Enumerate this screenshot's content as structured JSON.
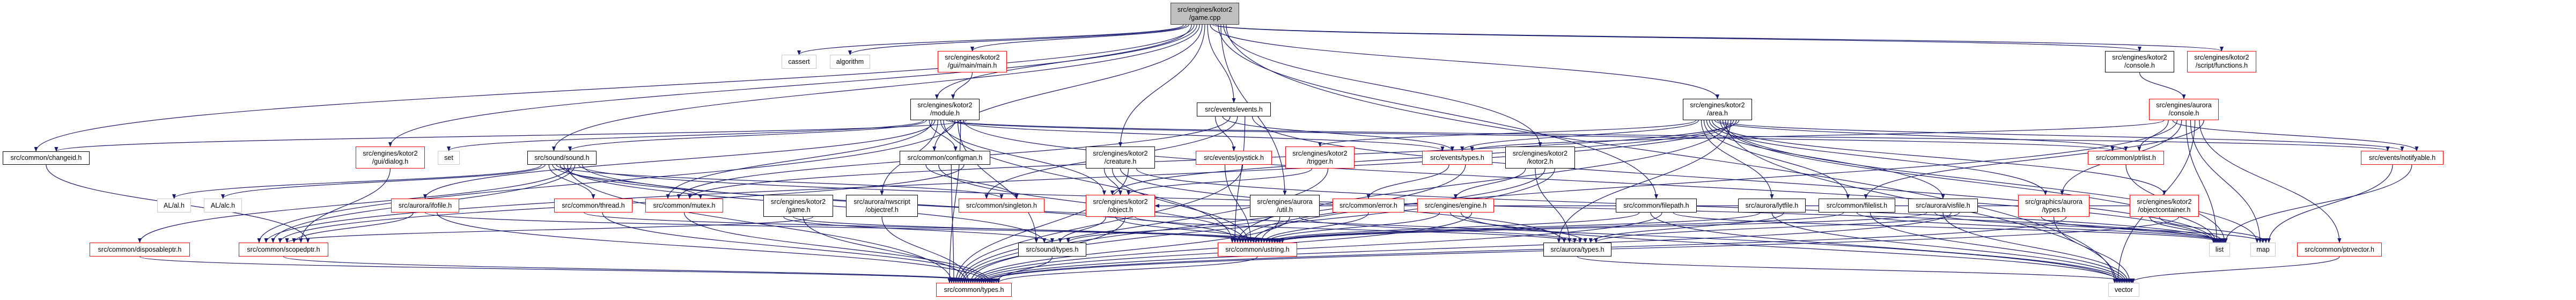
{
  "graph": {
    "title": "src/engines/kotor2/game.cpp include dependency graph",
    "edge_color": "#191970",
    "border_colors": {
      "current": "#404040",
      "documented": "#000000",
      "incomplete": "#ff0000",
      "external": "#c8c8c8"
    },
    "current_fill": "#bfbfbf"
  },
  "nodes": [
    {
      "id": "gamecpp",
      "label": "src/engines/kotor2\n/game.cpp",
      "kind": "current"
    },
    {
      "id": "cassert",
      "label": "cassert",
      "kind": "external"
    },
    {
      "id": "algorithm",
      "label": "algorithm",
      "kind": "external"
    },
    {
      "id": "main",
      "label": "src/engines/kotor2\n/gui/main/main.h",
      "kind": "incomplete"
    },
    {
      "id": "kconsole",
      "label": "src/engines/kotor2\n/console.h",
      "kind": "documented"
    },
    {
      "id": "functions",
      "label": "src/engines/kotor2\n/script/functions.h",
      "kind": "incomplete"
    },
    {
      "id": "module",
      "label": "src/engines/kotor2\n/module.h",
      "kind": "documented"
    },
    {
      "id": "events",
      "label": "src/events/events.h",
      "kind": "documented"
    },
    {
      "id": "area",
      "label": "src/engines/kotor2\n/area.h",
      "kind": "documented"
    },
    {
      "id": "aconsole",
      "label": "src/engines/aurora\n/console.h",
      "kind": "incomplete"
    },
    {
      "id": "changeid",
      "label": "src/common/changeid.h",
      "kind": "documented"
    },
    {
      "id": "dialog",
      "label": "src/engines/kotor2\n/gui/dialog.h",
      "kind": "incomplete"
    },
    {
      "id": "set",
      "label": "set",
      "kind": "external"
    },
    {
      "id": "sound",
      "label": "src/sound/sound.h",
      "kind": "documented"
    },
    {
      "id": "configman",
      "label": "src/common/configman.h",
      "kind": "documented"
    },
    {
      "id": "creature",
      "label": "src/engines/kotor2\n/creature.h",
      "kind": "documented"
    },
    {
      "id": "joystick",
      "label": "src/events/joystick.h",
      "kind": "incomplete"
    },
    {
      "id": "trigger",
      "label": "src/engines/kotor2\n/trigger.h",
      "kind": "incomplete"
    },
    {
      "id": "evtypes",
      "label": "src/events/types.h",
      "kind": "incomplete"
    },
    {
      "id": "kotor2",
      "label": "src/engines/kotor2\n/kotor2.h",
      "kind": "documented"
    },
    {
      "id": "ptrlist",
      "label": "src/common/ptrlist.h",
      "kind": "incomplete"
    },
    {
      "id": "notifyable",
      "label": "src/events/notifyable.h",
      "kind": "incomplete"
    },
    {
      "id": "al",
      "label": "AL/al.h",
      "kind": "external"
    },
    {
      "id": "alc",
      "label": "AL/alc.h",
      "kind": "external"
    },
    {
      "id": "ifofile",
      "label": "src/aurora/ifofile.h",
      "kind": "incomplete"
    },
    {
      "id": "thread",
      "label": "src/common/thread.h",
      "kind": "incomplete"
    },
    {
      "id": "mutex",
      "label": "src/common/mutex.h",
      "kind": "incomplete"
    },
    {
      "id": "game",
      "label": "src/engines/kotor2\n/game.h",
      "kind": "documented"
    },
    {
      "id": "objectref",
      "label": "src/aurora/nwscript\n/objectref.h",
      "kind": "documented"
    },
    {
      "id": "singleton",
      "label": "src/common/singleton.h",
      "kind": "incomplete"
    },
    {
      "id": "object",
      "label": "src/engines/kotor2\n/object.h",
      "kind": "incomplete"
    },
    {
      "id": "util",
      "label": "src/engines/aurora\n/util.h",
      "kind": "documented"
    },
    {
      "id": "error",
      "label": "src/common/error.h",
      "kind": "incomplete"
    },
    {
      "id": "engine",
      "label": "src/engines/engine.h",
      "kind": "incomplete"
    },
    {
      "id": "filepath",
      "label": "src/common/filepath.h",
      "kind": "documented"
    },
    {
      "id": "lytfile",
      "label": "src/aurora/lytfile.h",
      "kind": "documented"
    },
    {
      "id": "filelist",
      "label": "src/common/filelist.h",
      "kind": "documented"
    },
    {
      "id": "visfile",
      "label": "src/aurora/visfile.h",
      "kind": "documented"
    },
    {
      "id": "gtypes",
      "label": "src/graphics/aurora\n/types.h",
      "kind": "incomplete"
    },
    {
      "id": "objcontainer",
      "label": "src/engines/kotor2\n/objectcontainer.h",
      "kind": "incomplete"
    },
    {
      "id": "disposable",
      "label": "src/common/disposableptr.h",
      "kind": "incomplete"
    },
    {
      "id": "scopedptr",
      "label": "src/common/scopedptr.h",
      "kind": "incomplete"
    },
    {
      "id": "stypes",
      "label": "src/sound/types.h",
      "kind": "documented"
    },
    {
      "id": "ustring",
      "label": "src/common/ustring.h",
      "kind": "incomplete"
    },
    {
      "id": "atypes",
      "label": "src/aurora/types.h",
      "kind": "documented"
    },
    {
      "id": "list",
      "label": "list",
      "kind": "external"
    },
    {
      "id": "map",
      "label": "map",
      "kind": "external"
    },
    {
      "id": "ptrvector",
      "label": "src/common/ptrvector.h",
      "kind": "incomplete"
    },
    {
      "id": "ctypes",
      "label": "src/common/types.h",
      "kind": "incomplete"
    },
    {
      "id": "vector",
      "label": "vector",
      "kind": "external"
    }
  ],
  "edges": [
    [
      "gamecpp",
      "cassert"
    ],
    [
      "gamecpp",
      "algorithm"
    ],
    [
      "gamecpp",
      "main"
    ],
    [
      "gamecpp",
      "module"
    ],
    [
      "gamecpp",
      "changeid"
    ],
    [
      "gamecpp",
      "dialog"
    ],
    [
      "gamecpp",
      "sound"
    ],
    [
      "gamecpp",
      "configman"
    ],
    [
      "gamecpp",
      "creature"
    ],
    [
      "gamecpp",
      "events"
    ],
    [
      "gamecpp",
      "area"
    ],
    [
      "gamecpp",
      "kconsole"
    ],
    [
      "gamecpp",
      "functions"
    ],
    [
      "gamecpp",
      "filepath"
    ],
    [
      "gamecpp",
      "util"
    ],
    [
      "gamecpp",
      "kotor2"
    ],
    [
      "gamecpp",
      "vector"
    ],
    [
      "main",
      "module"
    ],
    [
      "module",
      "set"
    ],
    [
      "module",
      "sound"
    ],
    [
      "module",
      "configman"
    ],
    [
      "module",
      "mutex"
    ],
    [
      "module",
      "ifofile"
    ],
    [
      "module",
      "objectref"
    ],
    [
      "module",
      "object"
    ],
    [
      "module",
      "ustring"
    ],
    [
      "module",
      "ptrlist"
    ],
    [
      "module",
      "notifyable"
    ],
    [
      "module",
      "evtypes"
    ],
    [
      "module",
      "scopedptr"
    ],
    [
      "module",
      "stypes"
    ],
    [
      "module",
      "ctypes"
    ],
    [
      "module",
      "list"
    ],
    [
      "module",
      "changeid"
    ],
    [
      "events",
      "joystick"
    ],
    [
      "events",
      "evtypes"
    ],
    [
      "events",
      "mutex"
    ],
    [
      "events",
      "singleton"
    ],
    [
      "events",
      "ustring"
    ],
    [
      "events",
      "list"
    ],
    [
      "area",
      "trigger"
    ],
    [
      "area",
      "evtypes"
    ],
    [
      "area",
      "lytfile"
    ],
    [
      "area",
      "filelist"
    ],
    [
      "area",
      "visfile"
    ],
    [
      "area",
      "gtypes"
    ],
    [
      "area",
      "objcontainer"
    ],
    [
      "area",
      "ptrlist"
    ],
    [
      "area",
      "notifyable"
    ],
    [
      "area",
      "list"
    ],
    [
      "area",
      "map"
    ],
    [
      "area",
      "vector"
    ],
    [
      "area",
      "ustring"
    ],
    [
      "area",
      "atypes"
    ],
    [
      "area",
      "object"
    ],
    [
      "area",
      "scopedptr"
    ],
    [
      "area",
      "mutex"
    ],
    [
      "kconsole",
      "aconsole"
    ],
    [
      "aconsole",
      "evtypes"
    ],
    [
      "aconsole",
      "ptrlist"
    ],
    [
      "aconsole",
      "notifyable"
    ],
    [
      "aconsole",
      "ustring"
    ],
    [
      "aconsole",
      "gtypes"
    ],
    [
      "aconsole",
      "list"
    ],
    [
      "aconsole",
      "map"
    ],
    [
      "aconsole",
      "vector"
    ],
    [
      "aconsole",
      "ptrvector"
    ],
    [
      "aconsole",
      "filelist"
    ],
    [
      "sound",
      "al"
    ],
    [
      "sound",
      "alc"
    ],
    [
      "sound",
      "thread"
    ],
    [
      "sound",
      "mutex"
    ],
    [
      "sound",
      "singleton"
    ],
    [
      "sound",
      "ustring"
    ],
    [
      "sound",
      "stypes"
    ],
    [
      "sound",
      "ctypes"
    ],
    [
      "sound",
      "disposable"
    ],
    [
      "sound",
      "scopedptr"
    ],
    [
      "sound",
      "list"
    ],
    [
      "sound",
      "vector"
    ],
    [
      "configman",
      "singleton"
    ],
    [
      "configman",
      "ustring"
    ],
    [
      "configman",
      "ctypes"
    ],
    [
      "configman",
      "scopedptr"
    ],
    [
      "creature",
      "object"
    ],
    [
      "creature",
      "ustring"
    ],
    [
      "creature",
      "atypes"
    ],
    [
      "creature",
      "ctypes"
    ],
    [
      "creature",
      "list"
    ],
    [
      "joystick",
      "ustring"
    ],
    [
      "joystick",
      "ctypes"
    ],
    [
      "trigger",
      "object"
    ],
    [
      "trigger",
      "ctypes"
    ],
    [
      "evtypes",
      "error"
    ],
    [
      "evtypes",
      "ctypes"
    ],
    [
      "kotor2",
      "engine"
    ],
    [
      "kotor2",
      "atypes"
    ],
    [
      "kotor2",
      "ustring"
    ],
    [
      "kotor2",
      "ctypes"
    ],
    [
      "game",
      "stypes"
    ],
    [
      "game",
      "ustring"
    ],
    [
      "game",
      "ctypes"
    ],
    [
      "game",
      "scopedptr"
    ],
    [
      "objectref",
      "ctypes"
    ],
    [
      "object",
      "stypes"
    ],
    [
      "object",
      "ustring"
    ],
    [
      "object",
      "ctypes"
    ],
    [
      "object",
      "atypes"
    ],
    [
      "util",
      "stypes"
    ],
    [
      "util",
      "ustring"
    ],
    [
      "util",
      "ctypes"
    ],
    [
      "util",
      "atypes"
    ],
    [
      "error",
      "ustring"
    ],
    [
      "engine",
      "ustring"
    ],
    [
      "engine",
      "atypes"
    ],
    [
      "engine",
      "vector"
    ],
    [
      "engine",
      "ctypes"
    ],
    [
      "filepath",
      "ustring"
    ],
    [
      "filepath",
      "vector"
    ],
    [
      "filepath",
      "ctypes"
    ],
    [
      "filepath",
      "list"
    ],
    [
      "lytfile",
      "ustring"
    ],
    [
      "lytfile",
      "vector"
    ],
    [
      "lytfile",
      "atypes"
    ],
    [
      "filelist",
      "ustring"
    ],
    [
      "filelist",
      "list"
    ],
    [
      "filelist",
      "vector"
    ],
    [
      "visfile",
      "ustring"
    ],
    [
      "visfile",
      "map"
    ],
    [
      "visfile",
      "vector"
    ],
    [
      "visfile",
      "ctypes"
    ],
    [
      "visfile",
      "atypes"
    ],
    [
      "gtypes",
      "list"
    ],
    [
      "gtypes",
      "vector"
    ],
    [
      "gtypes",
      "ctypes"
    ],
    [
      "objcontainer",
      "list"
    ],
    [
      "objcontainer",
      "map"
    ],
    [
      "objcontainer",
      "object"
    ],
    [
      "objcontainer",
      "ctypes"
    ],
    [
      "ptrlist",
      "list"
    ],
    [
      "notifyable",
      "map"
    ],
    [
      "notifyable",
      "list"
    ],
    [
      "ptrvector",
      "vector"
    ],
    [
      "ifofile",
      "scopedptr"
    ],
    [
      "ifofile",
      "ustring"
    ],
    [
      "ifofile",
      "ctypes"
    ],
    [
      "thread",
      "ustring"
    ],
    [
      "thread",
      "ctypes"
    ],
    [
      "mutex",
      "ctypes"
    ],
    [
      "dialog",
      "scopedptr"
    ],
    [
      "changeid",
      "scopedptr"
    ],
    [
      "disposable",
      "ctypes"
    ],
    [
      "scopedptr",
      "ctypes"
    ],
    [
      "stypes",
      "ctypes"
    ],
    [
      "ustring",
      "ctypes"
    ],
    [
      "atypes",
      "vector"
    ]
  ]
}
